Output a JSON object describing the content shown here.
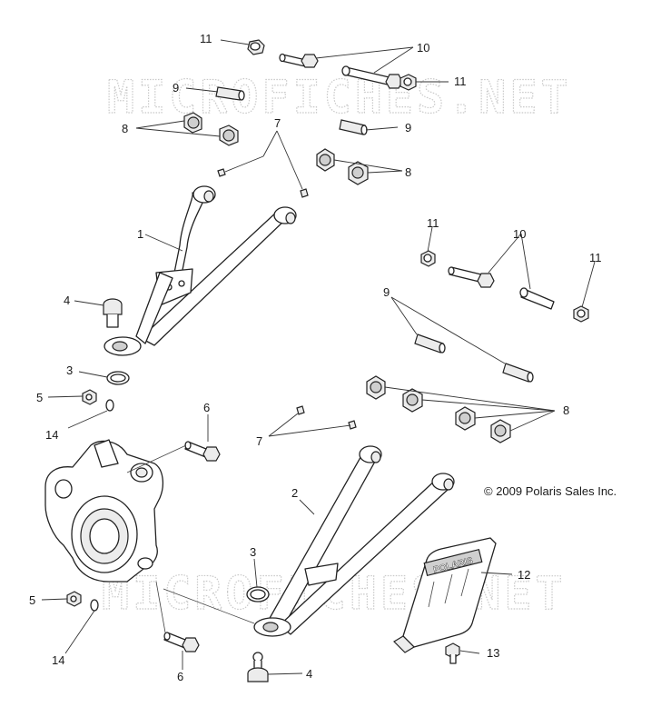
{
  "watermarks": [
    "MICROFICHES.NET",
    "MICROFICHES.NET"
  ],
  "copyright": "© 2009 Polaris Sales Inc.",
  "brand_plate_text": "POLARIS",
  "callouts": {
    "c11a": "11",
    "c10a": "10",
    "c11b": "11",
    "c9a": "9",
    "c9b": "9",
    "c8a": "8",
    "c7a": "7",
    "c8b": "8",
    "c1": "1",
    "c4a": "4",
    "c11c": "11",
    "c10b": "10",
    "c11d": "11",
    "c9c": "9",
    "c3a": "3",
    "c5a": "5",
    "c8c": "8",
    "c14a": "14",
    "c6a": "6",
    "c7b": "7",
    "c2": "2",
    "c3b": "3",
    "c12": "12",
    "c5b": "5",
    "c14b": "14",
    "c13": "13",
    "c6b": "6",
    "c4b": "4"
  }
}
